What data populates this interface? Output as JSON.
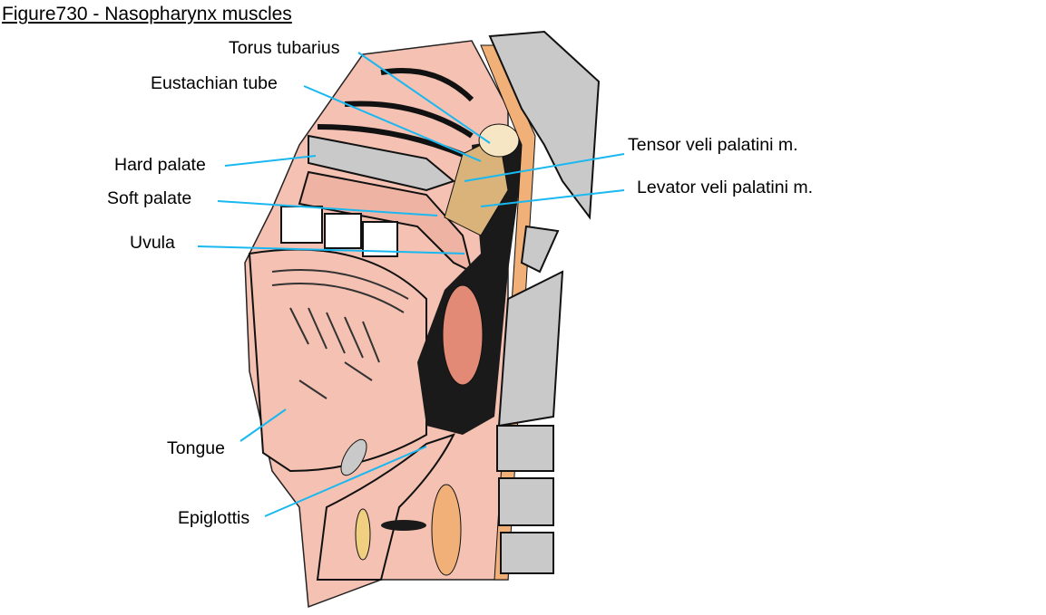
{
  "title": "Figure730 - Nasopharynx muscles",
  "labels": {
    "torus_tubarius": "Torus tubarius",
    "eustachian_tube": "Eustachian tube",
    "tensor_veli_palatini": "Tensor veli palatini m.",
    "levator_veli_palatini": "Levator veli palatini m.",
    "hard_palate": "Hard palate",
    "soft_palate": "Soft palate",
    "uvula": "Uvula",
    "tongue": "Tongue",
    "epiglottis": "Epiglottis"
  },
  "colors": {
    "leader_line": "#19b8f0",
    "tissue": "#f4c1b2",
    "bone": "#c9c9c9",
    "muscle": "#d9b37a",
    "dark": "#1a1a1a"
  }
}
